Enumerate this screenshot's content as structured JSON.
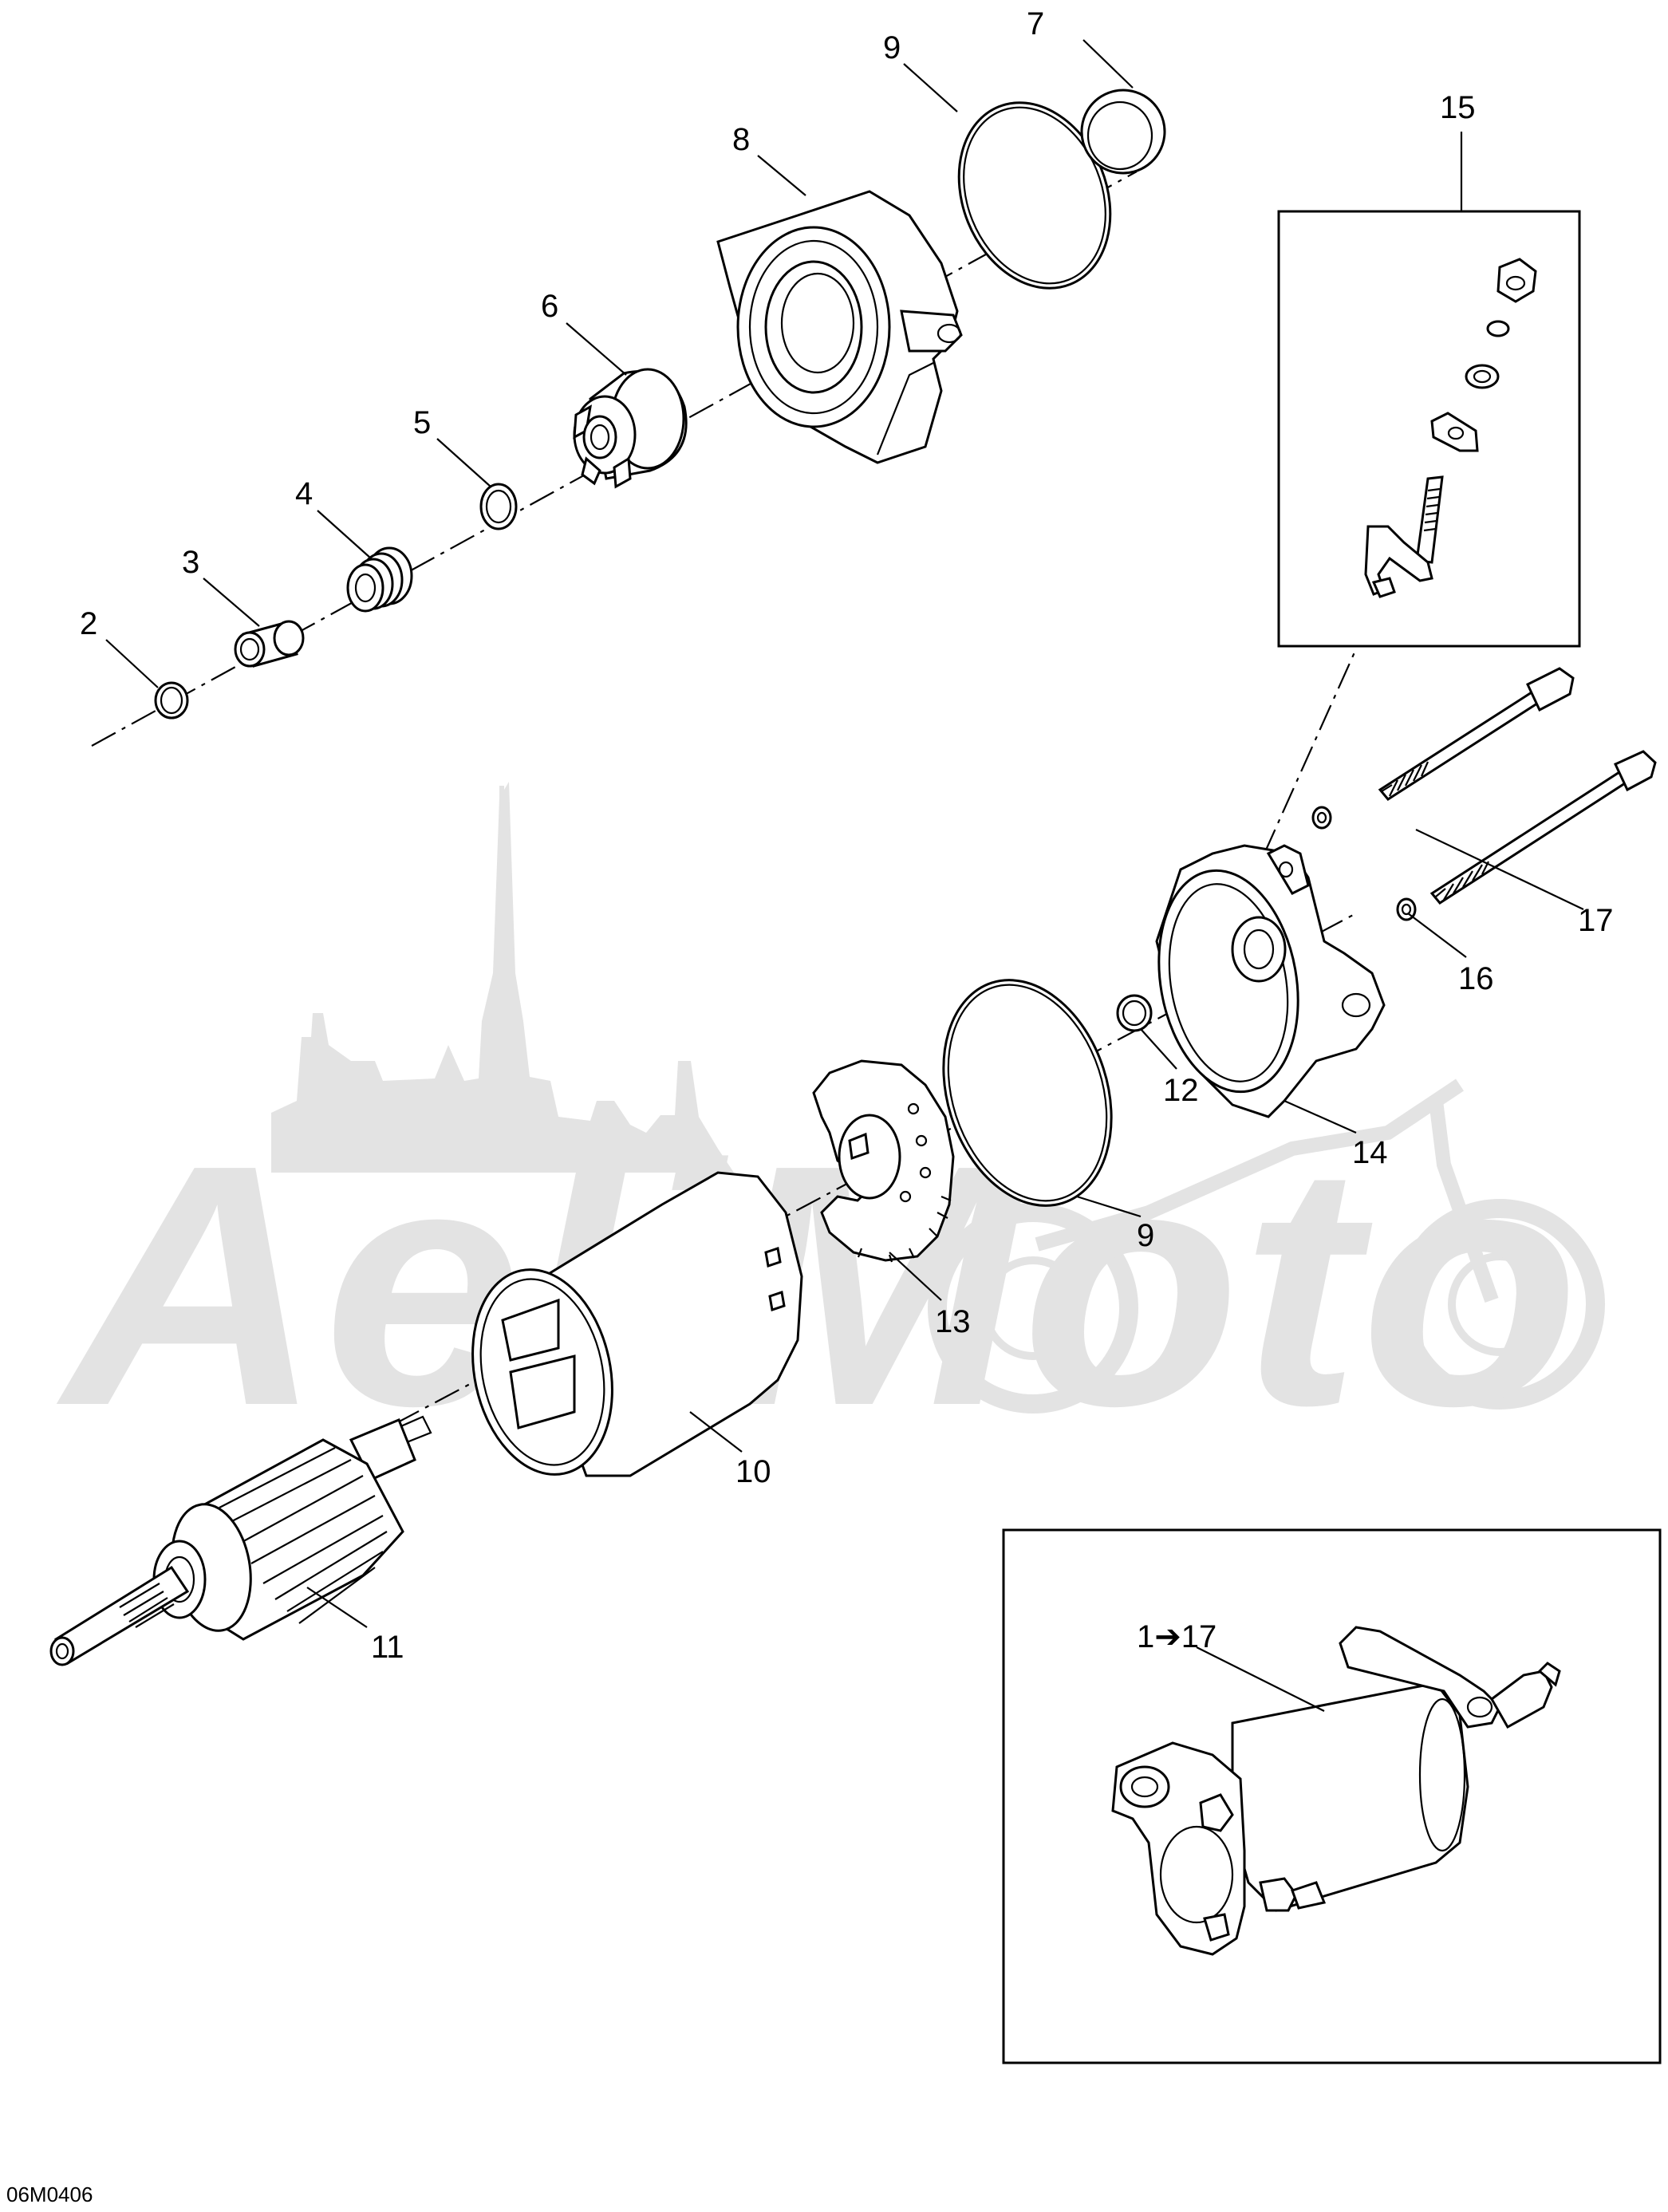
{
  "diagram": {
    "callouts": [
      {
        "id": "2",
        "label": "2"
      },
      {
        "id": "3",
        "label": "3"
      },
      {
        "id": "4",
        "label": "4"
      },
      {
        "id": "5",
        "label": "5"
      },
      {
        "id": "6",
        "label": "6"
      },
      {
        "id": "7",
        "label": "7"
      },
      {
        "id": "8",
        "label": "8"
      },
      {
        "id": "9a",
        "label": "9"
      },
      {
        "id": "9b",
        "label": "9"
      },
      {
        "id": "10",
        "label": "10"
      },
      {
        "id": "11",
        "label": "11"
      },
      {
        "id": "12",
        "label": "12"
      },
      {
        "id": "13",
        "label": "13"
      },
      {
        "id": "14",
        "label": "14"
      },
      {
        "id": "15",
        "label": "15"
      },
      {
        "id": "16",
        "label": "16"
      },
      {
        "id": "17",
        "label": "17"
      }
    ],
    "assembly_label": "1➔17",
    "drawing_code": "06M0406",
    "watermark_text": "AeliMoto"
  }
}
